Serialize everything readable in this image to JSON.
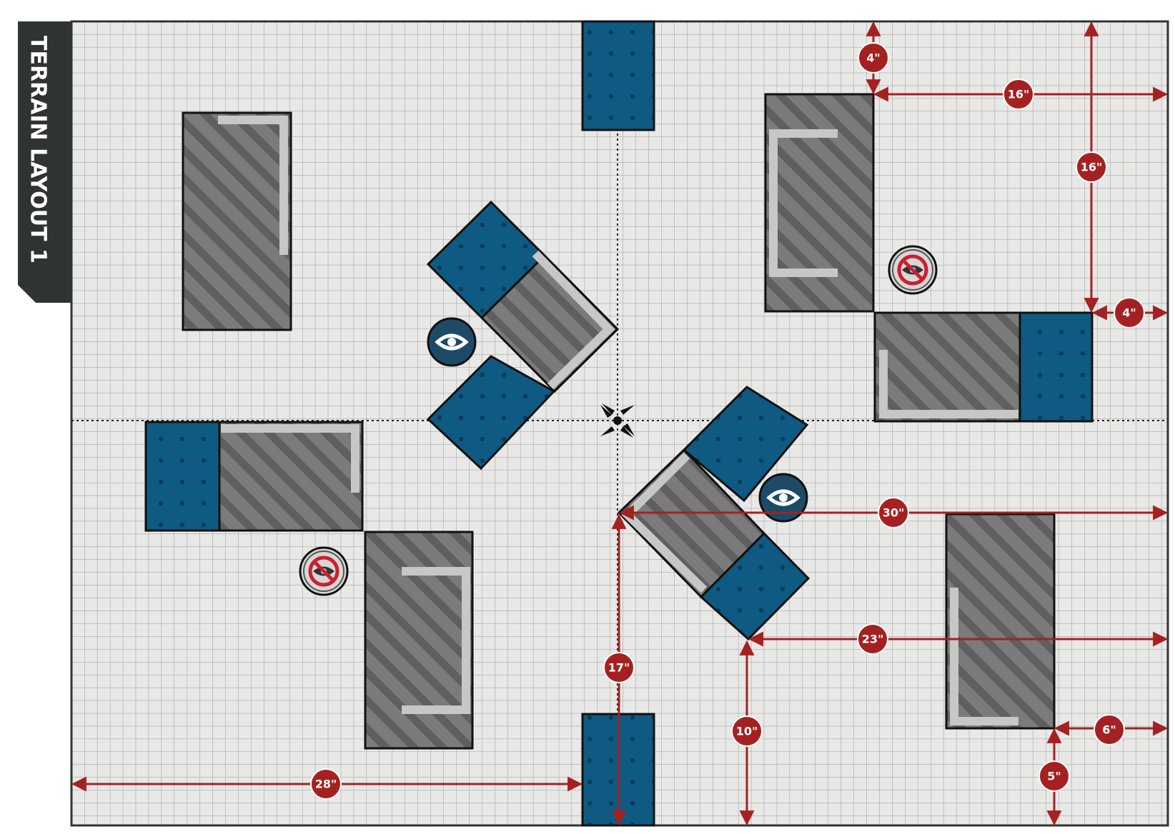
{
  "title": "TERRAIN LAYOUT 1",
  "colors": {
    "tab": "#2f3430",
    "board": "#e9e9e7",
    "grid": "#9a9a9a",
    "ruin": "#7a7a7a",
    "ruin_stripe": "#636363",
    "wall": "#c6c8c6",
    "blue": "#0e5a82",
    "blue_dot": "#0b4566",
    "measure": "#a52121"
  },
  "icons": {
    "objective": "crosshair-icon",
    "visible": "eye-icon",
    "obscured": "eye-slash-icon"
  },
  "measurements": [
    "4\"",
    "16\"",
    "16\"",
    "4\"",
    "30\"",
    "23\"",
    "17\"",
    "10\"",
    "28\"",
    "6\"",
    "5\""
  ]
}
